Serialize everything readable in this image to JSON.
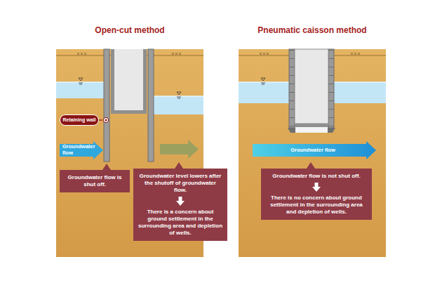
{
  "diagram": {
    "nodes": [
      {
        "text": [
          "Open-cut method"
        ]
      },
      {
        "text": [
          "Retaining wall"
        ],
        "in": 0
      },
      {
        "text": [
          "Groundwater flow"
        ],
        "in": 0
      },
      {
        "text": [
          "Groundwater flow is shut off."
        ],
        "in": 0
      },
      {
        "text": [
          "Groundwater level lowers after the shutoff of groundwater flow.",
          "There is a concern about ground settlement in the surrounding area and depletion of wells."
        ],
        "in": 0
      },
      {
        "text": [
          "Pneumatic caisson method"
        ]
      },
      {
        "text": [
          "Groundwater flow"
        ],
        "in": 5
      },
      {
        "text": [
          "Groundwater flow is not shut off.",
          "There is no concern about ground settlement in the surrounding area and depletion of wells."
        ],
        "in": 5
      }
    ]
  }
}
